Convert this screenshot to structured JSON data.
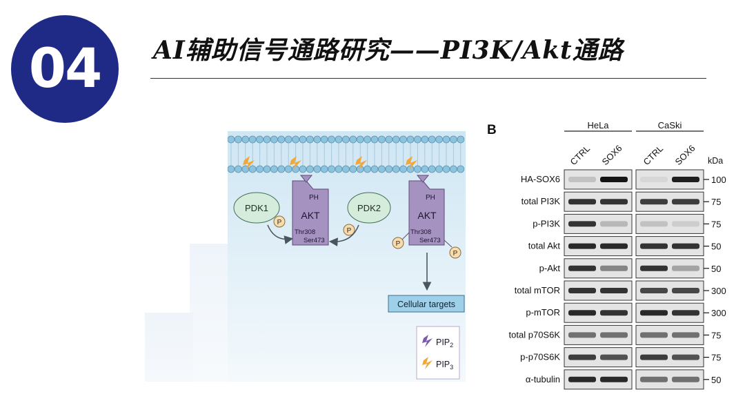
{
  "header": {
    "badge_number": "04",
    "title": "AI辅助信号通路研究——PI3K/Akt通路"
  },
  "diagram": {
    "nodes": {
      "pdk1": "PDK1",
      "pdk2": "PDK2",
      "akt_left": "AKT",
      "akt_right": "AKT",
      "ph_left": "PH",
      "ph_right": "PH",
      "thr_left": "Thr308",
      "ser_left": "Ser473",
      "thr_right": "Thr308",
      "ser_right": "Ser473",
      "phospho": "P",
      "targets": "Cellular targets"
    },
    "legend": {
      "pip2_base": "PIP",
      "pip2_sub": "2",
      "pip3_base": "PIP",
      "pip3_sub": "3"
    },
    "colors": {
      "membrane_head": "#8ec3de",
      "membrane_tail": "#a8c8dc",
      "pdk_fill": "#d5ecdc",
      "akt_fill": "#a692c0",
      "phospho_fill": "#f6dcb0",
      "targets_fill": "#9fd0ea",
      "pip2_color": "#7a5bb0",
      "pip3_color": "#f0a83a"
    }
  },
  "blot": {
    "panel_label": "B",
    "groups": [
      {
        "name": "HeLa",
        "lanes": [
          "CTRL",
          "SOX6"
        ]
      },
      {
        "name": "CaSki",
        "lanes": [
          "CTRL",
          "SOX6"
        ]
      }
    ],
    "kda_label": "kDa",
    "rows": [
      {
        "label": "HA-SOX6",
        "kda": "100",
        "hela": [
          0.15,
          1.0
        ],
        "caski": [
          0.05,
          0.95
        ]
      },
      {
        "label": "total PI3K",
        "kda": "75",
        "hela": [
          0.85,
          0.85
        ],
        "caski": [
          0.8,
          0.8
        ]
      },
      {
        "label": "p-PI3K",
        "kda": "75",
        "hela": [
          0.85,
          0.2
        ],
        "caski": [
          0.15,
          0.1
        ]
      },
      {
        "label": "total Akt",
        "kda": "50",
        "hela": [
          0.9,
          0.9
        ],
        "caski": [
          0.85,
          0.85
        ]
      },
      {
        "label": "p-Akt",
        "kda": "50",
        "hela": [
          0.85,
          0.45
        ],
        "caski": [
          0.85,
          0.3
        ]
      },
      {
        "label": "total mTOR",
        "kda": "300",
        "hela": [
          0.85,
          0.85
        ],
        "caski": [
          0.75,
          0.75
        ]
      },
      {
        "label": "p-mTOR",
        "kda": "300",
        "hela": [
          0.9,
          0.85
        ],
        "caski": [
          0.9,
          0.85
        ]
      },
      {
        "label": "total p70S6K",
        "kda": "75",
        "hela": [
          0.55,
          0.55
        ],
        "caski": [
          0.55,
          0.55
        ]
      },
      {
        "label": "p-p70S6K",
        "kda": "75",
        "hela": [
          0.8,
          0.7
        ],
        "caski": [
          0.8,
          0.7
        ]
      },
      {
        "label": "α-tubulin",
        "kda": "50",
        "hela": [
          0.9,
          0.9
        ],
        "caski": [
          0.55,
          0.55
        ]
      }
    ]
  }
}
